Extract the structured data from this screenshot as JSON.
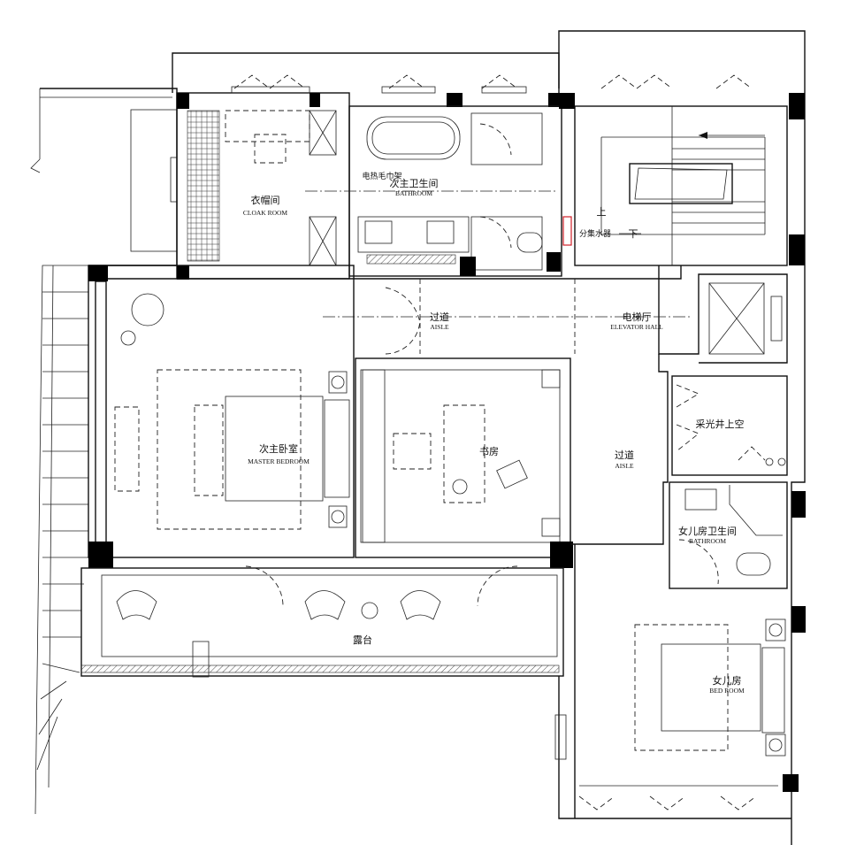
{
  "plan": {
    "rooms": {
      "cloak": {
        "cn": "衣帽间",
        "en": "CLOAK ROOM"
      },
      "towel_rack": {
        "cn": "电热毛巾架"
      },
      "master_bath": {
        "cn": "次主卫生间",
        "en": "BATHROOM"
      },
      "stair_up": {
        "cn": "上"
      },
      "stair_down": {
        "cn": "下"
      },
      "manifold": {
        "cn": "分集水器"
      },
      "aisle_top": {
        "cn": "过道",
        "en": "AISLE"
      },
      "elevator_hall": {
        "cn": "电梯厅",
        "en": "ELEVATOR HALL"
      },
      "master_bedroom": {
        "cn": "次主卧室",
        "en": "MASTER BEDROOM"
      },
      "study": {
        "cn": "书房"
      },
      "light_well": {
        "cn": "采光井上空"
      },
      "aisle_right": {
        "cn": "过道",
        "en": "AISLE"
      },
      "daughter_bath": {
        "cn": "女儿房卫生间",
        "en": "BATHROOM"
      },
      "terrace": {
        "cn": "露台"
      },
      "daughter_bedroom": {
        "cn": "女儿房",
        "en": "BED ROOM"
      }
    },
    "colors": {
      "line": "#111111",
      "manifold": "#d0212a"
    }
  }
}
